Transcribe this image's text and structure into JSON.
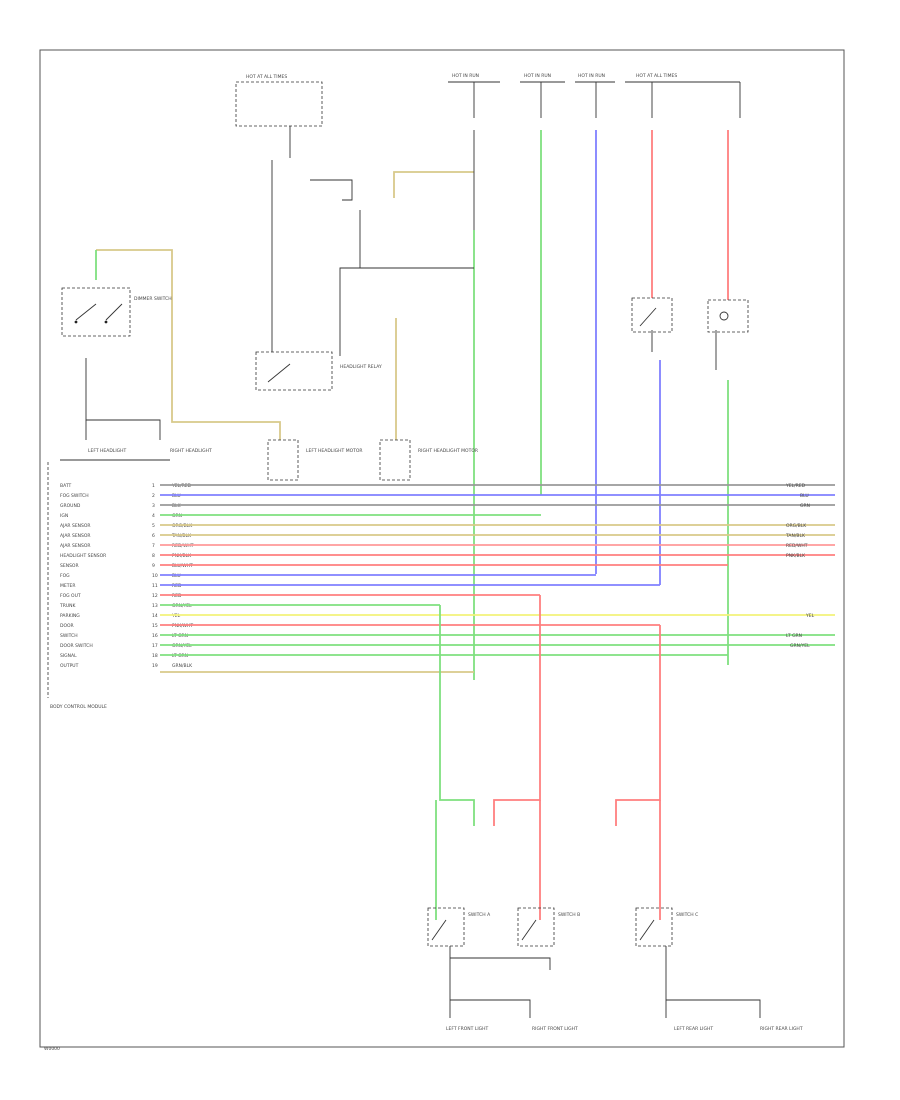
{
  "diagram": {
    "footer_code": "W0000",
    "colors": {
      "green": "#7fe07f",
      "blue": "#8080ff",
      "red": "#ff7f7f",
      "tan": "#d8c98a",
      "yellow": "#f2f27a",
      "gray": "#999999",
      "black": "#333333"
    },
    "fuse_boxes": [
      {
        "id": "fb1",
        "text": "HOT AT ALL TIMES"
      },
      {
        "id": "fb2",
        "text": "HOT IN RUN"
      },
      {
        "id": "fb3",
        "text": "HOT IN RUN"
      },
      {
        "id": "fb4",
        "text": "HOT IN RUN"
      },
      {
        "id": "fb5",
        "text": "HOT AT ALL TIMES"
      }
    ],
    "components": {
      "dimmer_switch": "DIMMER SWITCH",
      "left_head": "LEFT HEADLIGHT",
      "right_head": "RIGHT HEADLIGHT",
      "relay_box": "HEADLIGHT RELAY",
      "module": "BODY CONTROL MODULE",
      "left_motor": "LEFT HEADLIGHT MOTOR",
      "right_motor": "RIGHT HEADLIGHT MOTOR",
      "sw_a": "SWITCH A",
      "sw_b": "SWITCH B",
      "sw_c": "SWITCH C",
      "bottom_l1": "LEFT FRONT LIGHT",
      "bottom_l2": "RIGHT FRONT LIGHT",
      "bottom_r1": "LEFT REAR LIGHT",
      "bottom_r2": "RIGHT REAR LIGHT"
    },
    "connector_pins": [
      {
        "name": "BATT",
        "num": "1",
        "wire": "YEL/RED"
      },
      {
        "name": "FOG SWITCH",
        "num": "2",
        "wire": "BLU"
      },
      {
        "name": "GROUND",
        "num": "3",
        "wire": "BLK"
      },
      {
        "name": "IGN",
        "num": "4",
        "wire": "GRN"
      },
      {
        "name": "AJAR SENSOR",
        "num": "5",
        "wire": "ORG/BLK"
      },
      {
        "name": "AJAR SENSOR",
        "num": "6",
        "wire": "TAN/BLK"
      },
      {
        "name": "AJAR SENSOR",
        "num": "7",
        "wire": "RED/WHT"
      },
      {
        "name": "HEADLIGHT SENSOR",
        "num": "8",
        "wire": "PNK/BLK"
      },
      {
        "name": "SENSOR",
        "num": "9",
        "wire": "BLU/WHT"
      },
      {
        "name": "FOG",
        "num": "10",
        "wire": "BLU"
      },
      {
        "name": "METER",
        "num": "11",
        "wire": "RED"
      },
      {
        "name": "FOG OUT",
        "num": "12",
        "wire": "RED"
      },
      {
        "name": "TRUNK",
        "num": "13",
        "wire": "GRN/YEL"
      },
      {
        "name": "PARKING",
        "num": "14",
        "wire": "YEL"
      },
      {
        "name": "DOOR",
        "num": "15",
        "wire": "PNK/WHT"
      },
      {
        "name": "SWITCH",
        "num": "16",
        "wire": "LT GRN"
      },
      {
        "name": "DOOR SWITCH",
        "num": "17",
        "wire": "GRN/YEL"
      },
      {
        "name": "SIGNAL",
        "num": "18",
        "wire": "LT GRN"
      },
      {
        "name": "OUTPUT",
        "num": "19",
        "wire": "GRN/BLK"
      }
    ],
    "right_labels": [
      "YEL/RED",
      "BLU",
      "GRN",
      "ORG/BLK",
      "TAN/BLK",
      "RED/WHT",
      "PNK/BLK",
      "YEL",
      "LT GRN",
      "GRN/YEL"
    ]
  }
}
